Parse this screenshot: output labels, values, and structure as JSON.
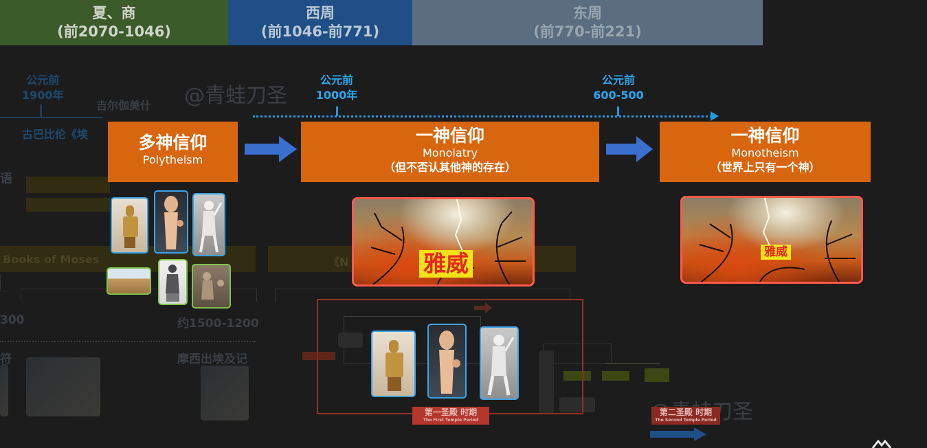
{
  "periods": [
    {
      "name": "夏、商",
      "range": "(前2070-1046)"
    },
    {
      "name": "西周",
      "range": "(前1046-前771)"
    },
    {
      "name": "东周",
      "range": "(前770-前221)"
    }
  ],
  "timeline": {
    "date_1000": {
      "line1": "公元前",
      "line2": "1000年"
    },
    "date_600": {
      "line1": "公元前",
      "line2": "600-500"
    }
  },
  "stages": [
    {
      "zh": "多神信仰",
      "en": "Polytheism",
      "note": ""
    },
    {
      "zh": "一神信仰",
      "en": "Monolatry",
      "note": "（但不否认其他神的存在）"
    },
    {
      "zh": "一神信仰",
      "en": "Monotheism",
      "note": "（世界上只有一个神）"
    }
  ],
  "deity": {
    "name": "雅威"
  },
  "background": {
    "bc1900_line1": "公元前",
    "bc1900_line2": "1900年",
    "gilgamesh": "吉尔伽美什",
    "babylon": "古巴比伦《埃",
    "myth": "语",
    "books_of_moses": "Books of Moses",
    "left_year": "300",
    "year_range": "约1500-1200",
    "left_fragment": "符",
    "exodus": "摩西出埃及记",
    "n_fragment": "《N",
    "first_temple": "第一圣殿 时期",
    "first_temple_en": "The First Temple Period",
    "second_temple": "第二圣殿 时期",
    "second_temple_en": "The Second Temple Period",
    "watermark": "@青蛙刀圣"
  },
  "colors": {
    "orange": "#d8660f",
    "timeline_blue": "#1f9ae0",
    "frame_red": "#ff5a4a",
    "label_yellow": "#f3e21a"
  }
}
